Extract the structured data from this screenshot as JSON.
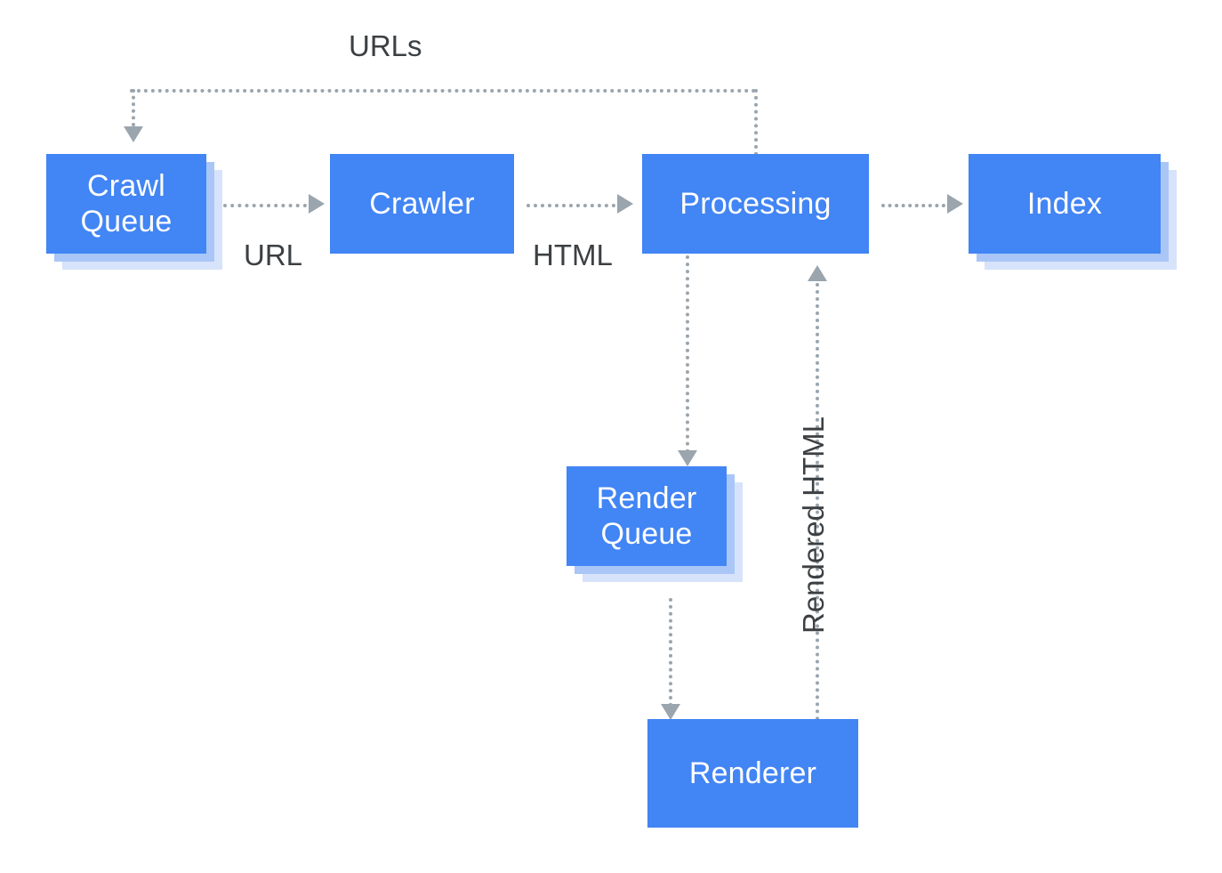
{
  "diagram": {
    "title": "Googlebot crawl, render and index pipeline",
    "background_color": "#FFFFFF",
    "node_color": "#4285F4",
    "node_text_color": "#FFFFFF",
    "stack_mid_color": "#A9C6F7",
    "stack_back_color": "#D7E3FB",
    "connector_color": "#9AA5AE",
    "label_color": "#3C4043"
  },
  "nodes": {
    "crawl_queue": {
      "label": "Crawl\nQueue",
      "stacked": true
    },
    "crawler": {
      "label": "Crawler",
      "stacked": false
    },
    "processing": {
      "label": "Processing",
      "stacked": false
    },
    "index": {
      "label": "Index",
      "stacked": true
    },
    "render_queue": {
      "label": "Render\nQueue",
      "stacked": true
    },
    "renderer": {
      "label": "Renderer",
      "stacked": false
    }
  },
  "edges": {
    "urls": {
      "label": "URLs",
      "from": "processing",
      "to": "crawl_queue"
    },
    "url": {
      "label": "URL",
      "from": "crawl_queue",
      "to": "crawler"
    },
    "html": {
      "label": "HTML",
      "from": "crawler",
      "to": "processing"
    },
    "to_index": {
      "label": "",
      "from": "processing",
      "to": "index"
    },
    "to_render_queue": {
      "label": "",
      "from": "processing",
      "to": "render_queue"
    },
    "to_renderer": {
      "label": "",
      "from": "render_queue",
      "to": "renderer"
    },
    "rendered_html": {
      "label": "Rendered HTML",
      "from": "renderer",
      "to": "processing"
    }
  }
}
